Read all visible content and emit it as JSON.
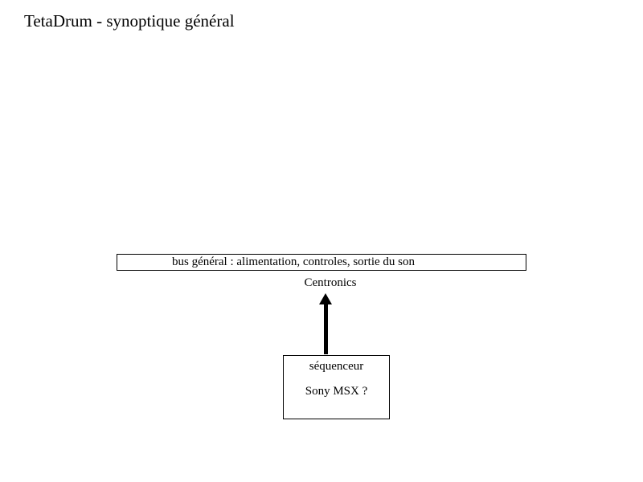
{
  "page": {
    "title": "TetaDrum - synoptique général",
    "background": "#ffffff",
    "ink": "#000000"
  },
  "diagram": {
    "bus": {
      "label": "bus général : alimentation, controles, sortie du son"
    },
    "connection": {
      "port_label": "Centronics",
      "arrow_direction": "up"
    },
    "sequencer": {
      "role_label": "séquenceur",
      "device_label": "Sony MSX ?"
    }
  }
}
